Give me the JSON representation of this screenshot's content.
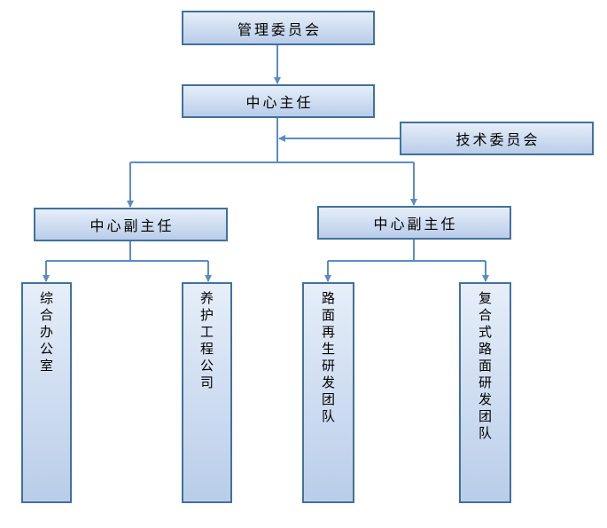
{
  "org_chart": {
    "committee": "管理委员会",
    "director": "中心主任",
    "tech_committee": "技术委员会",
    "deputy_left": "中心副主任",
    "deputy_right": "中心副主任",
    "dept_office": "综合办公室",
    "dept_maintenance": "养护工程公司",
    "dept_recycling": "路面再生研发团队",
    "dept_composite": "复合式路面研发团队"
  },
  "colors": {
    "border": "#41719c",
    "fill_top": "#e6eef9",
    "fill_bottom": "#b9cde9",
    "connector": "#5b8cc3"
  }
}
